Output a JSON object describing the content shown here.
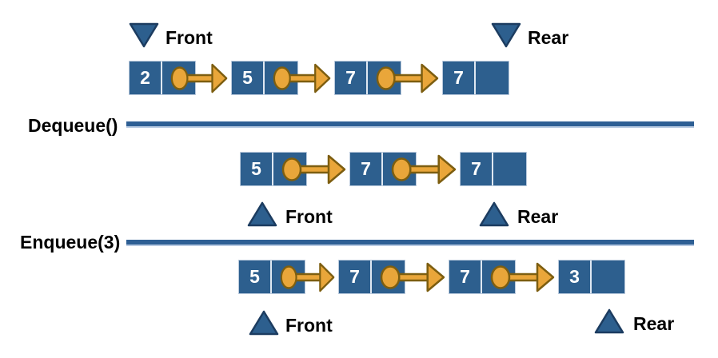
{
  "diagram": {
    "subject": "queue-linked-list-operations"
  },
  "steps": [
    {
      "nodes": [
        "2",
        "5",
        "7",
        "7"
      ],
      "front_label": "Front",
      "rear_label": "Rear"
    },
    {
      "nodes": [
        "5",
        "7",
        "7"
      ],
      "front_label": "Front",
      "rear_label": "Rear"
    },
    {
      "nodes": [
        "5",
        "7",
        "7",
        "3"
      ],
      "front_label": "Front",
      "rear_label": "Rear"
    }
  ],
  "operations": [
    {
      "label": "Dequeue()"
    },
    {
      "label": "Enqueue(3)"
    }
  ],
  "colors": {
    "node_fill": "#2d5f8e",
    "node_border": "#b9c9dc",
    "cell_divider": "#dfe8f2",
    "node_text": "#ffffff",
    "arrow_fill": "#e9a63a",
    "arrow_outline": "#7d5e10",
    "marker_fill": "#2d5f8e",
    "marker_outline": "#1c3c60",
    "divider_line": "#2e5f94",
    "label_text": "#000000"
  }
}
